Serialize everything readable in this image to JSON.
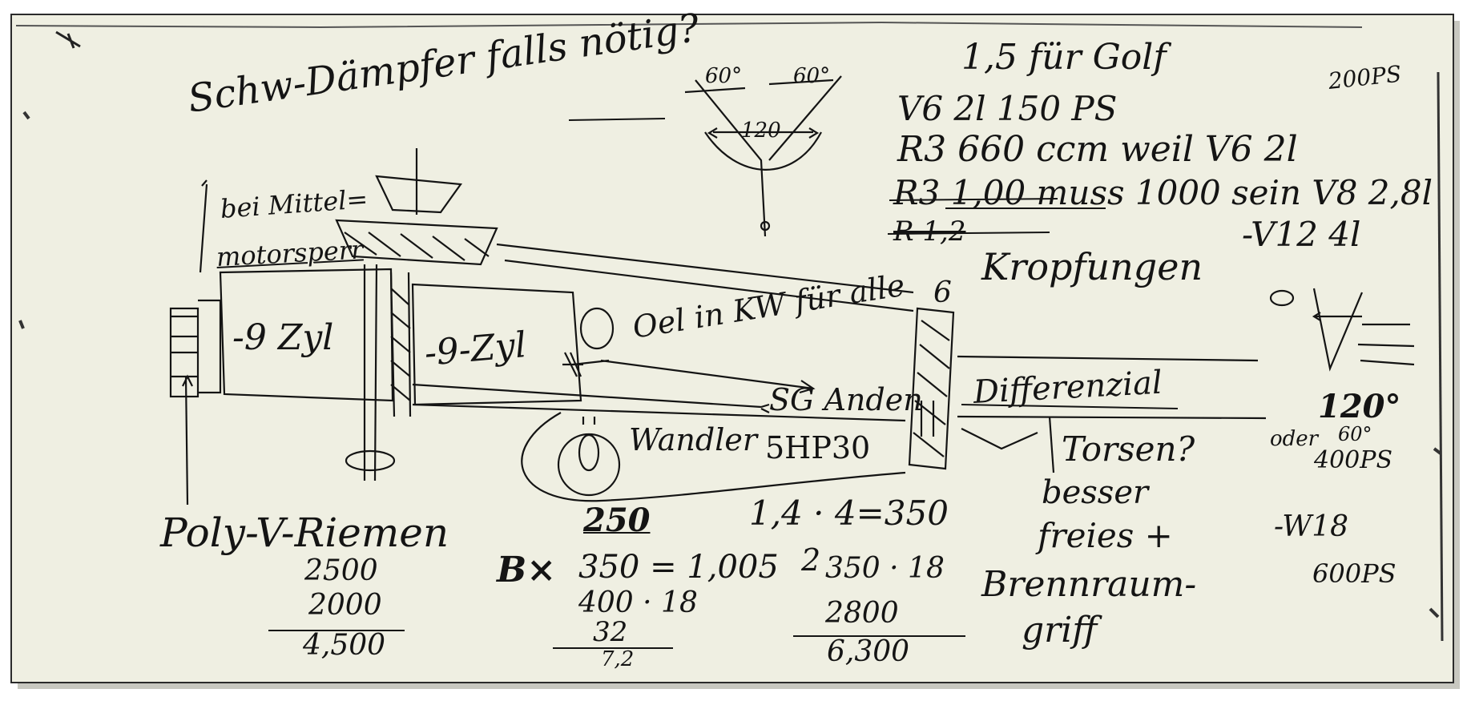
{
  "colors": {
    "paper": "#efefe2",
    "ink": "#141414",
    "frame": "#2b2b2b"
  },
  "notes": {
    "damper": "Schw-Dämpfer falls nötig?",
    "angle_left": "60°",
    "angle_right": "60°",
    "angle_total": "120",
    "mittel_1": "bei Mittel=",
    "mittel_2": "motorsperr",
    "cyl_left": "-9 Zyl",
    "cyl_mid": "-9-Zyl",
    "oel": "Oel in KW für alle",
    "sg": "SG Anden",
    "wandler": "Wandler",
    "shp": "5HP30",
    "diff": "Differenzial",
    "torsen": "Torsen?",
    "riemen": "Poly-V-Riemen",
    "kropf": "Kropfungen",
    "six": "6",
    "r1": "1,5 für Golf",
    "r2": "V6 2l 150 PS",
    "r2_ps": "200PS",
    "r3": "R3 660 ccm weil V6 2l",
    "r4": "R3 1,00 muss 1000 sein V8 2,8l",
    "r5": "R 1,2",
    "v12": "-V12 4l",
    "deg120": "120°",
    "deg60": "60°",
    "oder": "oder",
    "ps400": "400PS",
    "w18": "-W18",
    "ps600": "600PS",
    "besser": "besser",
    "freies": "freies +",
    "brennraum": "Brennraum-",
    "griff": "griff",
    "calc_top": "1,4 · 4=350",
    "two": "2",
    "bx": "B×",
    "c250": "250",
    "c350": "350 = 1,005",
    "c400": "400 · 18",
    "c32": "32",
    "c72": "7,2",
    "s2500": "2500",
    "s2000": "2000",
    "s4500": "4,500",
    "t350": "350 · 18",
    "t2800": "2800",
    "t6300": "6,300"
  }
}
